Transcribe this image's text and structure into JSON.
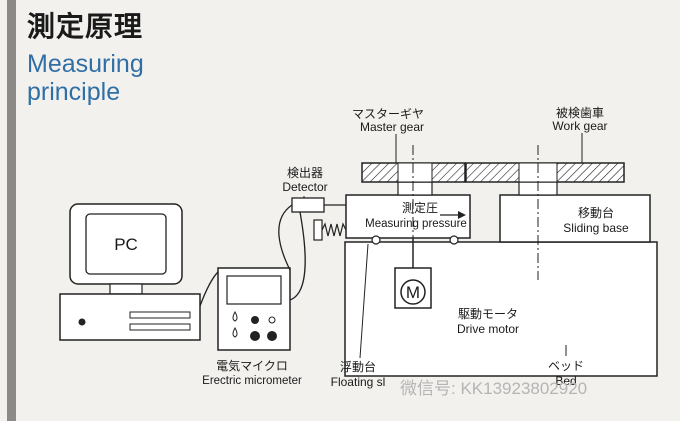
{
  "title": {
    "jp": "測定原理",
    "en_line1": "Measuring",
    "en_line2": "principle"
  },
  "labels": {
    "master_gear_jp": "マスターギヤ",
    "master_gear_en": "Master gear",
    "work_gear_jp": "被検歯車",
    "work_gear_en": "Work gear",
    "detector_jp": "検出器",
    "detector_en": "Detector",
    "measuring_pressure_jp": "測定圧",
    "measuring_pressure_en": "Measuring pressure",
    "sliding_base_jp": "移動台",
    "sliding_base_en": "Sliding base",
    "pc": "PC",
    "motor_symbol": "M",
    "drive_motor_jp": "駆動モータ",
    "drive_motor_en": "Drive motor",
    "micrometer_jp": "電気マイクロ",
    "micrometer_en": "Erectric micrometer",
    "floating_slide_jp": "浮動台",
    "floating_slide_en": "Floating sl",
    "bed_jp": "ベッド",
    "bed_en": "Bed"
  },
  "watermark": "微信号: KK13923802920"
}
